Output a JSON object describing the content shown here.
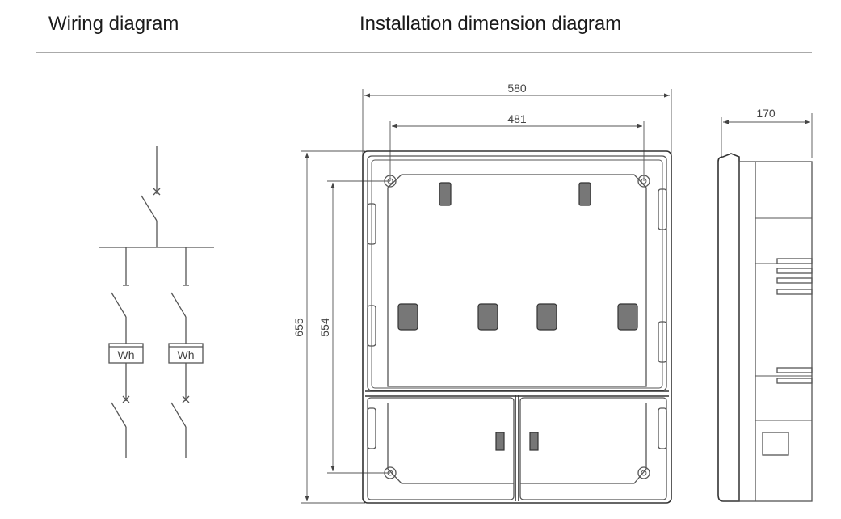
{
  "headings": {
    "wiring": "Wiring diagram",
    "installation": "Installation dimension diagram"
  },
  "wiring": {
    "meter_label_1": "Wh",
    "meter_label_2": "Wh"
  },
  "dimensions": {
    "overall_width": "580",
    "hole_spacing_width": "481",
    "overall_height": "655",
    "hole_spacing_height": "554",
    "depth": "170"
  }
}
